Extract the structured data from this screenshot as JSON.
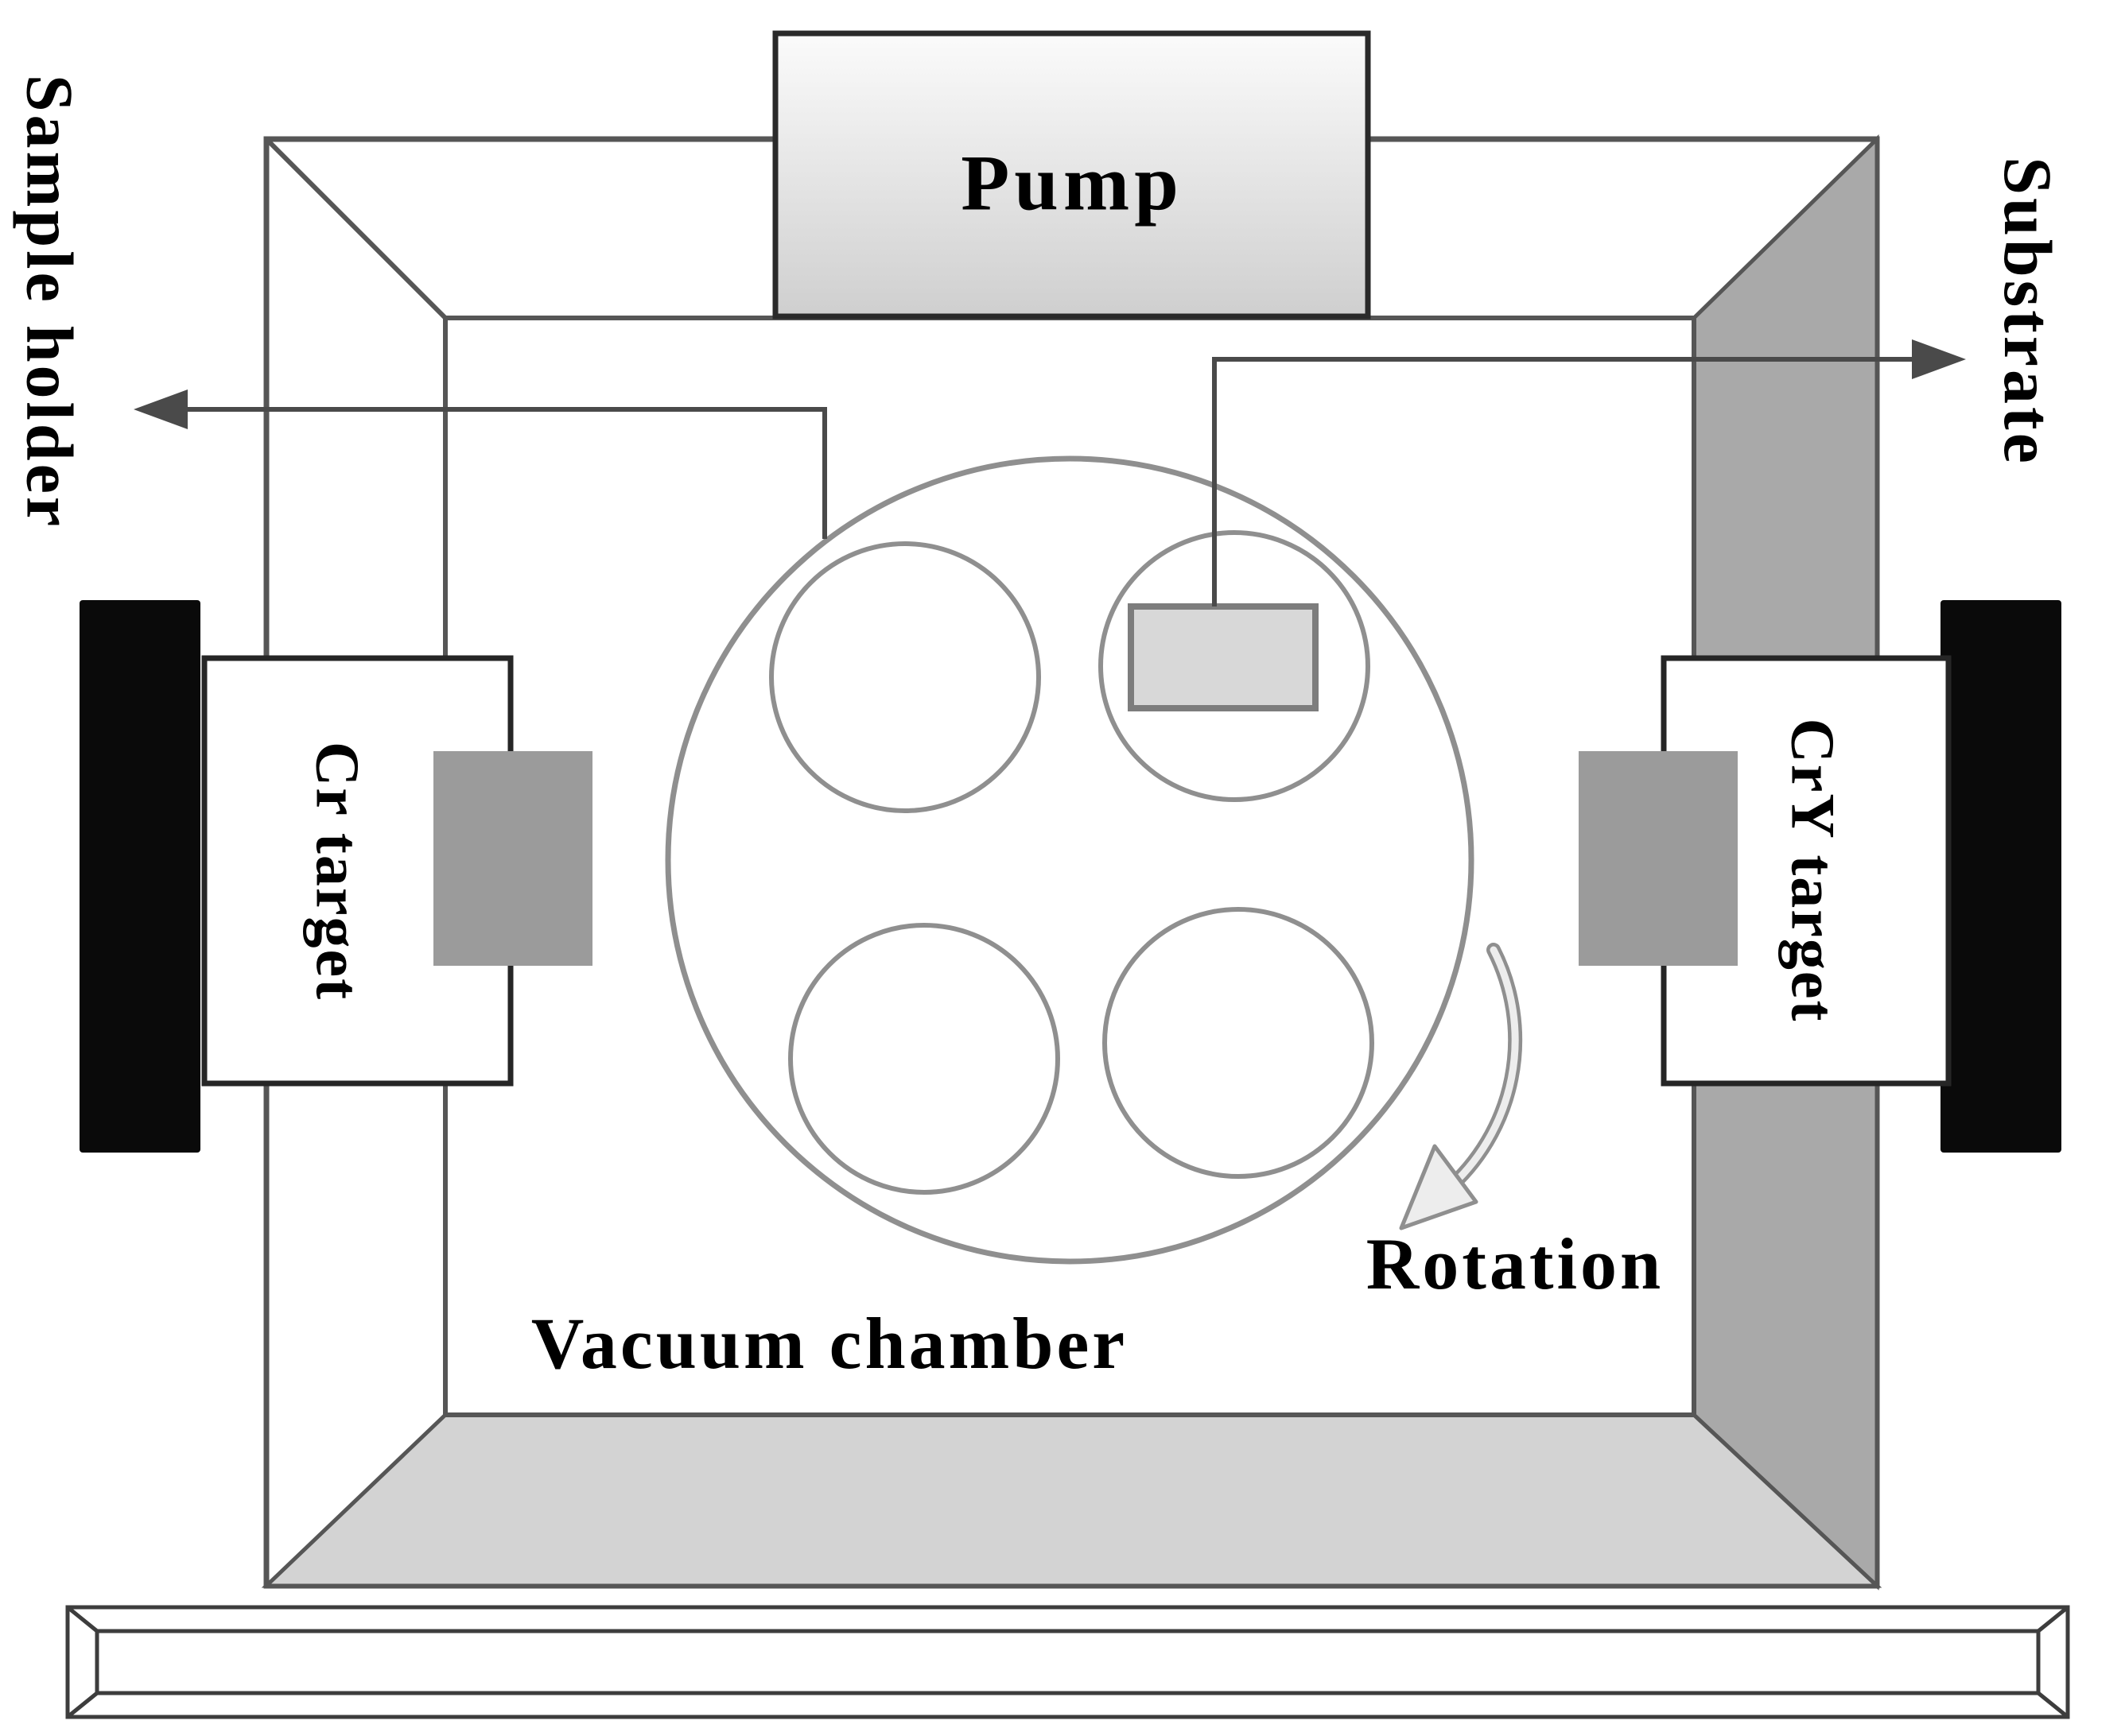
{
  "diagram": {
    "type": "schematic",
    "subject": "magnetron-sputtering-deposition-system",
    "labels": {
      "pump": "Pump",
      "sample_holder": "Sample holder",
      "substrate": "Substrate",
      "cr_target": "Cr target",
      "cry_target": "CrY target",
      "vacuum_chamber": "Vacuum chamber",
      "rotation": "Rotation"
    },
    "colors": {
      "outline": "#565656",
      "wall_shade": "#a9a9a9",
      "floor_shade": "#d3d3d3",
      "pump_top": "#fbfbfb",
      "pump_bottom": "#cfcfcf",
      "target_block": "#0a0a0a",
      "magnet": "#9b9b9b",
      "substrate_fill": "#d8d8d8",
      "substrate_border": "#7d7d7d",
      "arrow": "#4a4a4a",
      "rotation_arrow_outline": "#8f8f8f",
      "rotation_arrow_fill": "#ededed",
      "text": "#000000"
    }
  }
}
